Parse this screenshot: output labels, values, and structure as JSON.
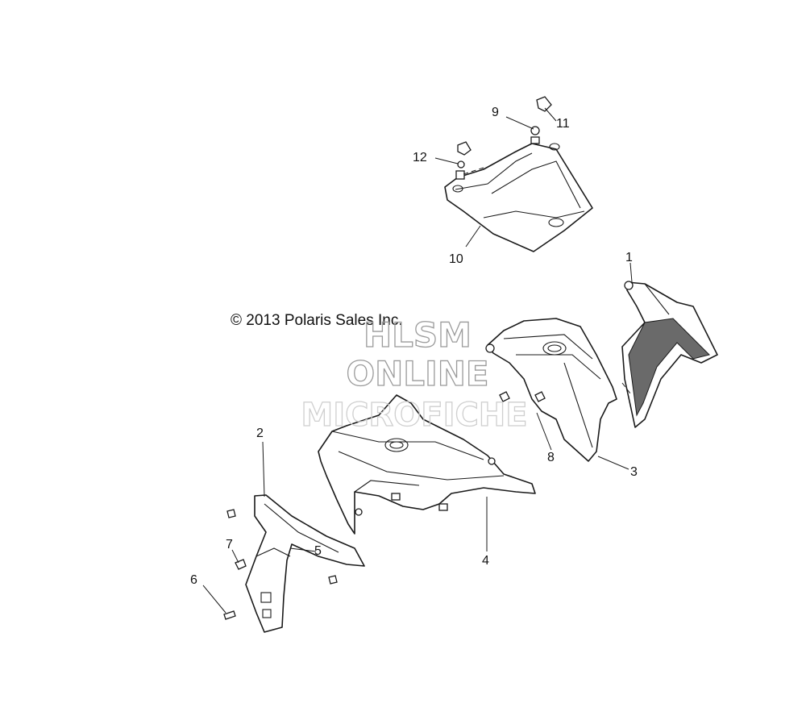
{
  "copyright": "© 2013 Polaris Sales Inc.",
  "watermark": {
    "line1": "HLSM",
    "line2": "ONLINE",
    "line3": "MICROFICHE"
  },
  "callouts": {
    "c1": "1",
    "c2": "2",
    "c3": "3",
    "c4": "4",
    "c5": "5",
    "c6": "6",
    "c7": "7",
    "c8": "8",
    "c9": "9",
    "c10": "10",
    "c11": "11",
    "c12": "12"
  },
  "colors": {
    "ink": "#1a1a1a",
    "watermark": "#9a9a9a",
    "background": "#ffffff"
  }
}
